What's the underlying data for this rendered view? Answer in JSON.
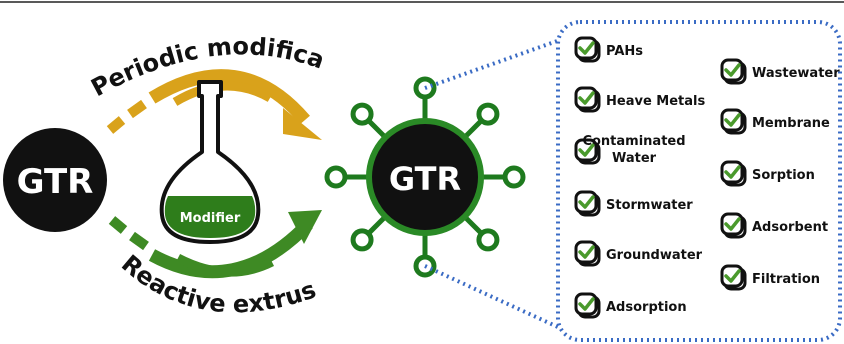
{
  "diagram": {
    "source_label": "GTR",
    "product_label": "GTR",
    "flask_label": "Modifier",
    "top_route": "Periodic modification",
    "bottom_route": "Reactive extrusion",
    "applications_left": [
      "PAHs",
      "Heave Metals",
      "Contaminated Water",
      "Stormwater",
      "Groundwater",
      "Adsorption"
    ],
    "applications_right": [
      "Wastewater",
      "Membrane",
      "Sorption",
      "Adsorbent",
      "Filtration"
    ],
    "colors": {
      "dark_circle": "#111111",
      "orange_arrow": "#D9A21B",
      "green_arrow": "#3E8A24",
      "flask_liquid": "#2E7D1B",
      "product_ring": "#2A8A26",
      "product_ligand": "#1E7A1E",
      "dotted_border": "#3A6BC4",
      "check_green": "#4A9A2C"
    }
  }
}
